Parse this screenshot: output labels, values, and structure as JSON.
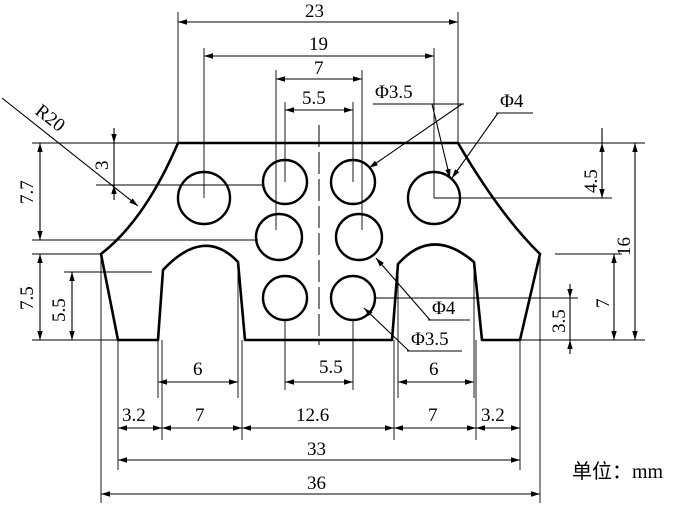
{
  "dimensions": {
    "width_23": "23",
    "width_19": "19",
    "width_7": "7",
    "width_5_5_top": "5.5",
    "dia_3_5_top": "Φ3.5",
    "dia_4_top": "Φ4",
    "radius_20": "R20",
    "h_3": "3",
    "h_7_7": "7.7",
    "h_7_5": "7.5",
    "h_5_5_left": "5.5",
    "h_4_5": "4.5",
    "h_16": "16",
    "h_7_right": "7",
    "h_3_5": "3.5",
    "dia_4_bottom": "Φ4",
    "dia_3_5_bottom": "Φ3.5",
    "width_5_5_bottom": "5.5",
    "slot_6_left": "6",
    "slot_6_right": "6",
    "w_3_2_left": "3.2",
    "w_7_left": "7",
    "w_12_6": "12.6",
    "w_7_right": "7",
    "w_3_2_right": "3.2",
    "width_33": "33",
    "width_36": "36"
  },
  "unit_label": "单位：mm"
}
